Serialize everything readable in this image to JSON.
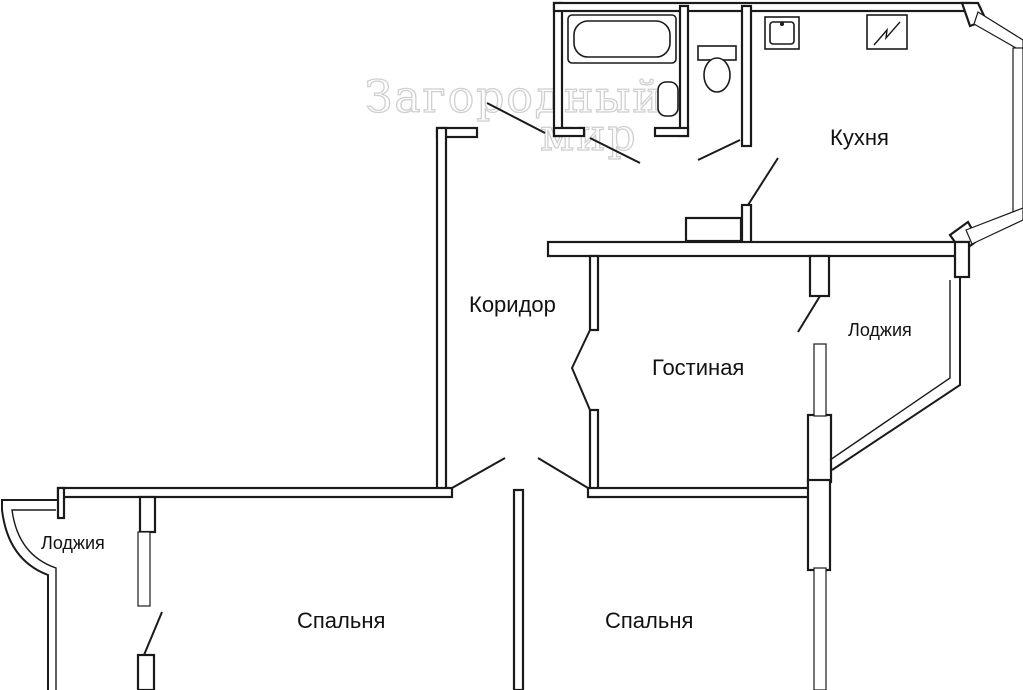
{
  "rooms": {
    "kitchen": "Кухня",
    "corridor": "Коридор",
    "living_room": "Гостиная",
    "loggia_right": "Лоджия",
    "loggia_left": "Лоджия",
    "bedroom_left": "Спальня",
    "bedroom_right": "Спальня"
  },
  "watermark": {
    "line1": "Загородный",
    "line2": "мир"
  },
  "colors": {
    "wall": "#1a1a1a",
    "background": "#ffffff",
    "watermark": "#cfcfcf"
  }
}
